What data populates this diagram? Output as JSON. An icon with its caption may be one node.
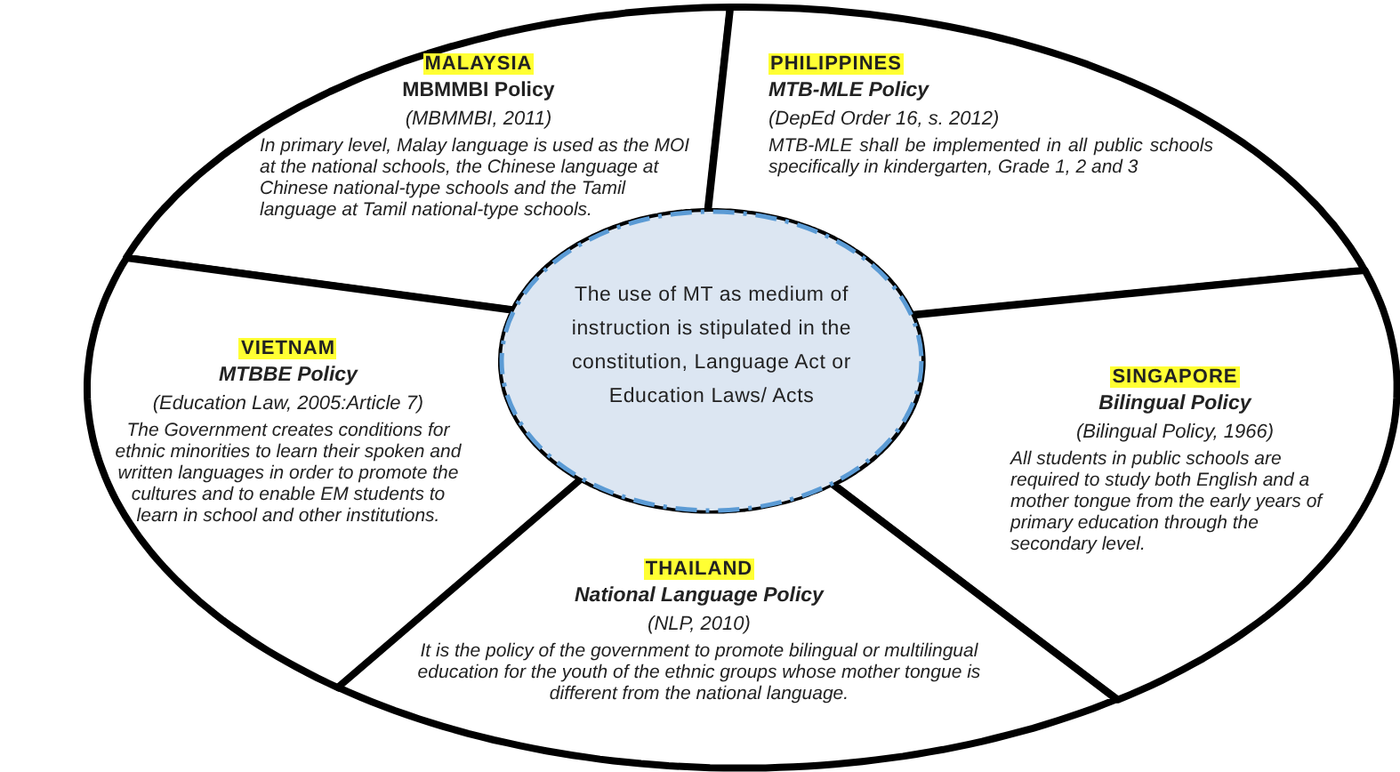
{
  "diagram": {
    "nodes": [
      {
        "text": [
          "MALAYSIA",
          "MBMMBI Policy",
          "(MBMMBI, 2011)",
          "In primary level, Malay language is used as the MOI at the national schools, the Chinese language at Chinese national-type schools and the Tamil language at Tamil national-type schools."
        ]
      },
      {
        "text": [
          "PHILIPPINES",
          "MTB-MLE Policy",
          "(DepEd Order 16, s. 2012)",
          "MTB-MLE shall be implemented in all public schools specifically in kindergarten, Grade 1, 2 and 3"
        ]
      },
      {
        "text": [
          "The use of MT as medium of instruction is stipulated in the constitution, Language Act or Education Laws/ Acts"
        ]
      },
      {
        "text": [
          "VIETNAM",
          "MTBBE Policy",
          "(Education Law, 2005:Article 7)",
          "The Government creates conditions for ethnic minorities to learn their spoken and written languages in order to promote the cultures and to enable EM students to learn in school and other institutions."
        ]
      },
      {
        "text": [
          "SINGAPORE",
          "Bilingual Policy",
          "(Bilingual Policy, 1966)",
          "All students in public schools are required to study both English and a mother tongue from the early years of primary education through the secondary level."
        ]
      },
      {
        "text": [
          "THAILAND",
          "National Language Policy",
          "(NLP, 2010)",
          "It is the policy of the government to promote bilingual or multilingual education for the youth of the ethnic groups whose mother tongue is different from the national language."
        ]
      }
    ]
  }
}
